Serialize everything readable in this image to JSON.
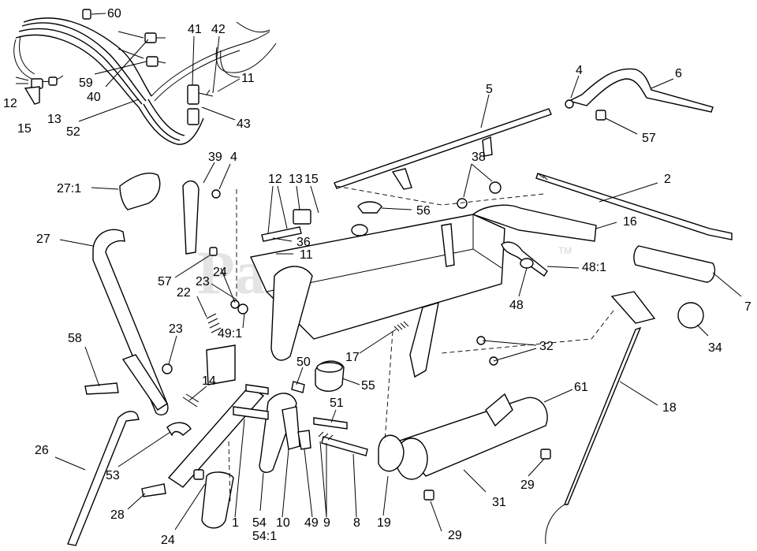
{
  "watermark": {
    "text": "PartsTree",
    "trademark": "TM"
  },
  "callouts": [
    {
      "id": "c60",
      "text": "60"
    },
    {
      "id": "c41",
      "text": "41"
    },
    {
      "id": "c42",
      "text": "42"
    },
    {
      "id": "c11a",
      "text": "11"
    },
    {
      "id": "c43",
      "text": "43"
    },
    {
      "id": "c12a",
      "text": "12"
    },
    {
      "id": "c59",
      "text": "59"
    },
    {
      "id": "c40",
      "text": "40"
    },
    {
      "id": "c15a",
      "text": "15"
    },
    {
      "id": "c13a",
      "text": "13"
    },
    {
      "id": "c52",
      "text": "52"
    },
    {
      "id": "c5",
      "text": "5"
    },
    {
      "id": "c4a",
      "text": "4"
    },
    {
      "id": "c6",
      "text": "6"
    },
    {
      "id": "c57a",
      "text": "57"
    },
    {
      "id": "c39",
      "text": "39"
    },
    {
      "id": "c4b",
      "text": "4"
    },
    {
      "id": "c27_1",
      "text": "27:1"
    },
    {
      "id": "c12b",
      "text": "12"
    },
    {
      "id": "c13b",
      "text": "13"
    },
    {
      "id": "c15b",
      "text": "15"
    },
    {
      "id": "c38",
      "text": "38"
    },
    {
      "id": "c2",
      "text": "2"
    },
    {
      "id": "c56",
      "text": "56"
    },
    {
      "id": "c16",
      "text": "16"
    },
    {
      "id": "c27",
      "text": "27"
    },
    {
      "id": "c36",
      "text": "36"
    },
    {
      "id": "c11b",
      "text": "11"
    },
    {
      "id": "c57b",
      "text": "57"
    },
    {
      "id": "c24a",
      "text": "24"
    },
    {
      "id": "c23a",
      "text": "23"
    },
    {
      "id": "c48_1",
      "text": "48:1"
    },
    {
      "id": "c7",
      "text": "7"
    },
    {
      "id": "c22",
      "text": "22"
    },
    {
      "id": "c48",
      "text": "48"
    },
    {
      "id": "c49_1",
      "text": "49:1"
    },
    {
      "id": "c23b",
      "text": "23"
    },
    {
      "id": "c58",
      "text": "58"
    },
    {
      "id": "c32",
      "text": "32"
    },
    {
      "id": "c34",
      "text": "34"
    },
    {
      "id": "c17",
      "text": "17"
    },
    {
      "id": "c50",
      "text": "50"
    },
    {
      "id": "c14",
      "text": "14"
    },
    {
      "id": "c55",
      "text": "55"
    },
    {
      "id": "c61",
      "text": "61"
    },
    {
      "id": "c18",
      "text": "18"
    },
    {
      "id": "c51",
      "text": "51"
    },
    {
      "id": "c26",
      "text": "26"
    },
    {
      "id": "c53",
      "text": "53"
    },
    {
      "id": "c29a",
      "text": "29"
    },
    {
      "id": "c31",
      "text": "31"
    },
    {
      "id": "c28",
      "text": "28"
    },
    {
      "id": "c1",
      "text": "1"
    },
    {
      "id": "c54",
      "text": "54"
    },
    {
      "id": "c54_1",
      "text": "54:1"
    },
    {
      "id": "c10",
      "text": "10"
    },
    {
      "id": "c49",
      "text": "49"
    },
    {
      "id": "c9",
      "text": "9"
    },
    {
      "id": "c8",
      "text": "8"
    },
    {
      "id": "c19",
      "text": "19"
    },
    {
      "id": "c29b",
      "text": "29"
    },
    {
      "id": "c24b",
      "text": "24"
    }
  ]
}
